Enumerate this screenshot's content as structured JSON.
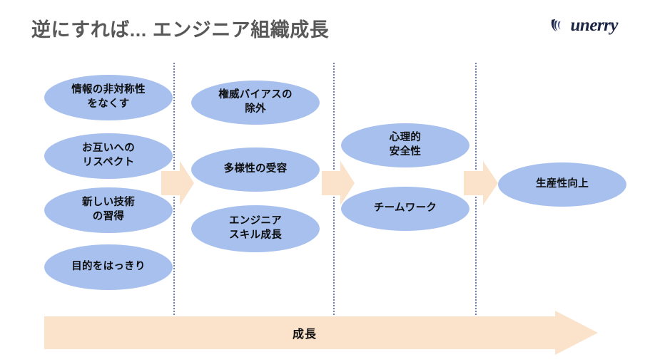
{
  "slide": {
    "title": "逆にすれば... エンジニア組織成長",
    "background_color": "#ffffff",
    "title_color": "#585858"
  },
  "logo": {
    "wordmark": "unerry",
    "mark_icon": "wave-swoosh-icon",
    "color": "#1b2444"
  },
  "colors": {
    "ellipse_fill": "#a7c0ee",
    "arrow_fill": "#fbe2ca",
    "divider": "#6d7fae",
    "body_text": "#0d0d0d"
  },
  "columns": [
    {
      "id": "col-1",
      "nodes": [
        {
          "label": "情報の非対称性\nをなくす"
        },
        {
          "label": "お互いへの\nリスペクト"
        },
        {
          "label": "新しい技術\nの習得"
        },
        {
          "label": "目的をはっきり"
        }
      ]
    },
    {
      "id": "col-2",
      "nodes": [
        {
          "label": "権威バイアスの\n除外"
        },
        {
          "label": "多様性の受容"
        },
        {
          "label": "エンジニア\nスキル成長"
        }
      ]
    },
    {
      "id": "col-3",
      "nodes": [
        {
          "label": "心理的\n安全性"
        },
        {
          "label": "チームワーク"
        }
      ]
    },
    {
      "id": "col-4",
      "nodes": [
        {
          "label": "生産性向上"
        }
      ]
    }
  ],
  "connectors": [
    {
      "name": "connector-1-to-2",
      "icon": "right-chevron-icon"
    },
    {
      "name": "connector-2-to-3",
      "icon": "right-chevron-icon"
    },
    {
      "name": "connector-3-to-4",
      "icon": "right-chevron-icon"
    }
  ],
  "growth_arrow": {
    "label": "成長",
    "icon": "right-arrow-icon"
  }
}
